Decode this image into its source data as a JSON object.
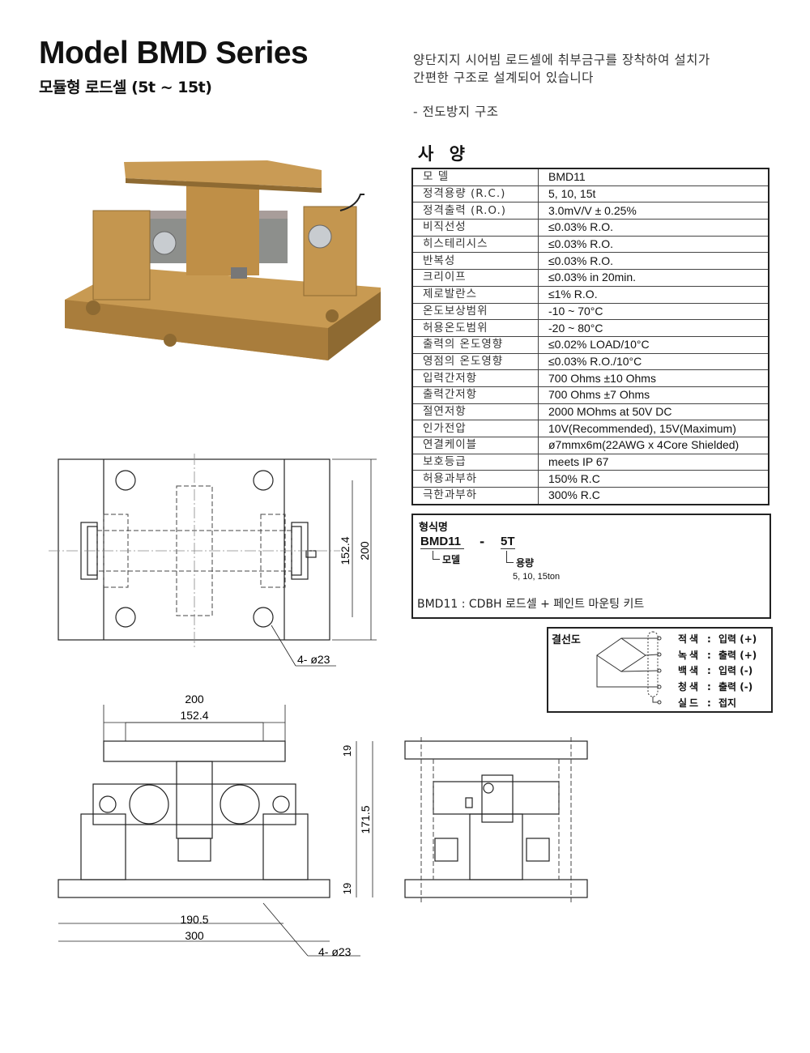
{
  "header": {
    "title": "Model BMD Series",
    "subtitle": "모듈형 로드셀 (5t ~ 15t)"
  },
  "description": {
    "line1": "양단지지 시어빔 로드셀에 취부금구를 장착하여 설치가",
    "line2": "간편한 구조로 설계되어 있습니다",
    "feature": "- 전도방지 구조"
  },
  "specs": {
    "title": "사 양",
    "rows": [
      {
        "k": "모 델",
        "v": "BMD11"
      },
      {
        "k": "정격용량 (R.C.)",
        "v": "5, 10, 15t"
      },
      {
        "k": "정격출력 (R.O.)",
        "v": "3.0mV/V ± 0.25%"
      },
      {
        "k": "비직선성",
        "v": "≤0.03% R.O."
      },
      {
        "k": "히스테리시스",
        "v": "≤0.03% R.O."
      },
      {
        "k": "반복성",
        "v": "≤0.03% R.O."
      },
      {
        "k": "크리이프",
        "v": "≤0.03% in 20min."
      },
      {
        "k": "제로발란스",
        "v": "≤1% R.O."
      },
      {
        "k": "온도보상범위",
        "v": "-10 ~ 70°C"
      },
      {
        "k": "허용온도범위",
        "v": "-20 ~ 80°C"
      },
      {
        "k": "출력의 온도영향",
        "v": "≤0.02% LOAD/10°C"
      },
      {
        "k": "영점의 온도영향",
        "v": "≤0.03% R.O./10°C"
      },
      {
        "k": "입력간저항",
        "v": "700 Ohms ±10 Ohms"
      },
      {
        "k": "출력간저항",
        "v": "700 Ohms ±7 Ohms"
      },
      {
        "k": "절연저항",
        "v": "2000 MOhms at 50V DC"
      },
      {
        "k": "인가전압",
        "v": "10V(Recommended), 15V(Maximum)"
      },
      {
        "k": "연결케이블",
        "v": "ø7mmx6m(22AWG x 4Core Shielded)"
      },
      {
        "k": "보호등급",
        "v": "meets IP 67"
      },
      {
        "k": "허용과부하",
        "v": "150% R.C"
      },
      {
        "k": "극한과부하",
        "v": "300% R.C"
      }
    ]
  },
  "model_code": {
    "title": "형식명",
    "model": "BMD11",
    "dash": "-",
    "capacity": "5T",
    "model_label": "모델",
    "capacity_label": "용량",
    "capacity_options": "5, 10, 15ton",
    "note": "BMD11 : CDBH 로드셀 + 페인트 마운팅 키트"
  },
  "wiring": {
    "title": "결선도",
    "rows": [
      {
        "color": "적색",
        "sep": ":",
        "fn": "입력 (+)"
      },
      {
        "color": "녹색",
        "sep": ":",
        "fn": "출력 (+)"
      },
      {
        "color": "백색",
        "sep": ":",
        "fn": "입력 (-)"
      },
      {
        "color": "청색",
        "sep": ":",
        "fn": "출력 (-)"
      },
      {
        "color": "실드",
        "sep": ":",
        "fn": "접지"
      }
    ]
  },
  "drawings": {
    "top": {
      "d1": "152.4",
      "d2": "200",
      "holes": "4- ø23"
    },
    "front": {
      "w1": "200",
      "w2": "152.4",
      "t1": "19",
      "h": "171.5",
      "t2": "19",
      "b1": "190.5",
      "b2": "300",
      "holes": "4- ø23"
    }
  },
  "colors": {
    "body": "#c89a52",
    "body_dark": "#9c7434",
    "steel": "#8d8f8c"
  }
}
